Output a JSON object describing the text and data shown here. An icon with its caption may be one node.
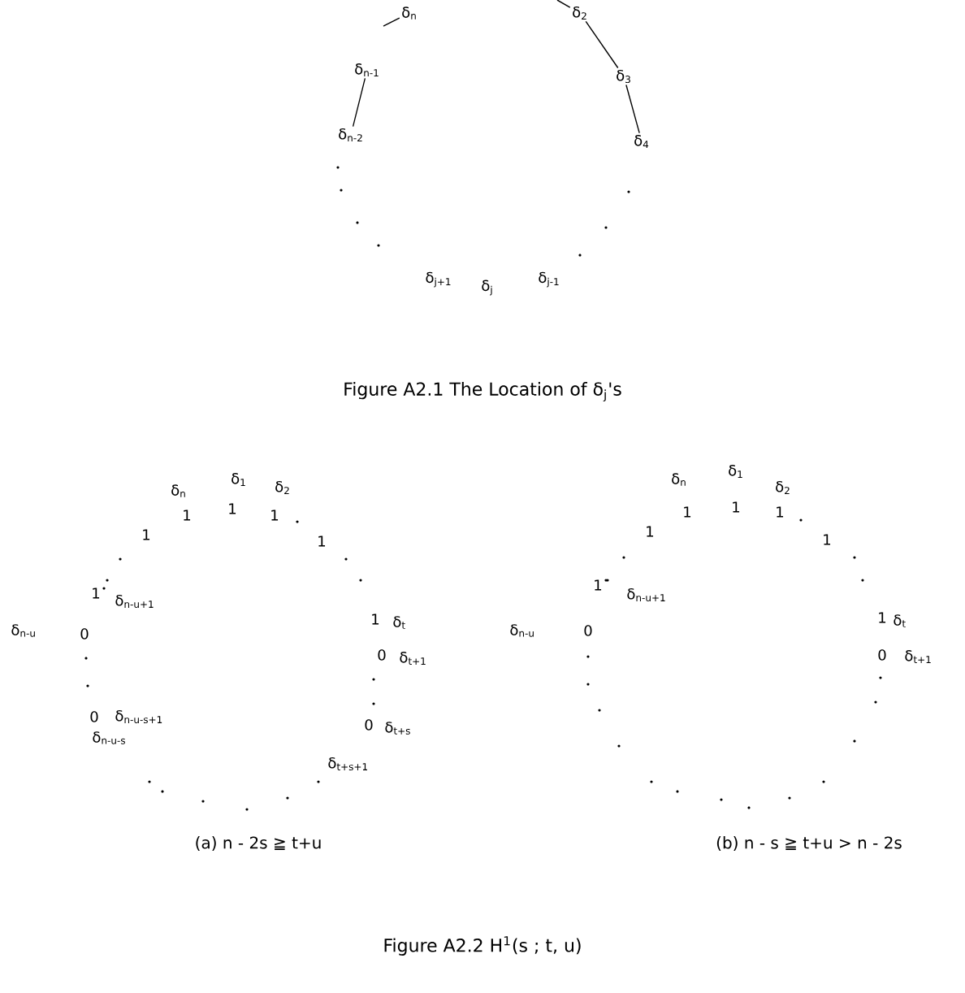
{
  "diagram": {
    "nodes": [
      {
        "text": [
          "δ$_{n}$"
        ]
      },
      {
        "text": [
          "δ$_{2}$"
        ]
      },
      {
        "text": [
          "δ$_{n-1}$"
        ]
      },
      {
        "text": [
          "δ$_{3}$"
        ]
      },
      {
        "text": [
          "δ$_{n-2}$"
        ]
      },
      {
        "text": [
          "δ$_{4}$"
        ]
      },
      {
        "text": [
          "δ$_{j+1}$"
        ]
      },
      {
        "text": [
          "δ$_{j}$"
        ]
      },
      {
        "text": [
          "δ$_{j-1}$"
        ]
      }
    ],
    "edges": [
      {
        "from": 0,
        "to": null,
        "arrow": "none"
      },
      {
        "from": 1,
        "to": null,
        "arrow": "none"
      },
      {
        "from": 2,
        "to": 4,
        "arrow": "none"
      },
      {
        "from": 1,
        "to": 3,
        "arrow": "none"
      },
      {
        "from": 3,
        "to": 5,
        "arrow": "none"
      }
    ],
    "labels": [
      "Figure A2.1 The Location of δ$_{j}$'s",
      "δ$_{n}$",
      "δ$_{1}$",
      "δ$_{2}$",
      "1",
      "1",
      "1",
      "1",
      "1",
      "1",
      "δ$_{n-u+1}$",
      "δ$_{n-u}$",
      "0",
      "1",
      "δ$_{t}$",
      "0",
      "δ$_{t+1}$",
      "0",
      "δ$_{n-u-s+1}$",
      "0",
      "δ$_{t+s}$",
      "δ$_{n-u-s}$",
      "δ$_{t+s+1}$",
      "(a) n - 2s ≧ t+u",
      "δ$_{n}$",
      "δ$_{1}$",
      "δ$_{2}$",
      "1",
      "1",
      "1",
      "1",
      "1",
      "1",
      "δ$_{n-u+1}$",
      "δ$_{n-u}$",
      "0",
      "1",
      "δ$_{t}$",
      "0",
      "δ$_{t+1}$",
      "(b) n - s ≧ t+u > n - 2s",
      "Figure A2.2 H$^{1}$(s ; t, u)"
    ]
  }
}
